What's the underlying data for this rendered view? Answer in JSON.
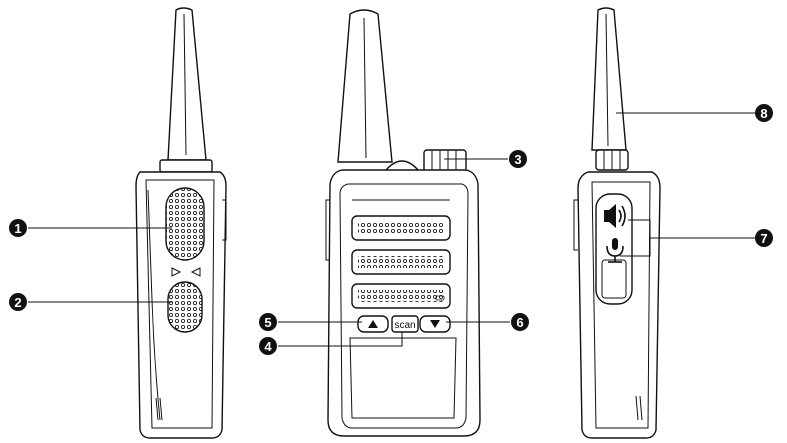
{
  "callouts": [
    {
      "number": "1"
    },
    {
      "number": "2"
    },
    {
      "number": "3"
    },
    {
      "number": "4"
    },
    {
      "number": "5"
    },
    {
      "number": "6"
    },
    {
      "number": "7"
    },
    {
      "number": "8"
    }
  ],
  "buttons": {
    "scan_label": "scan"
  },
  "colors": {
    "outline": "#111111",
    "callout_fill": "#111111",
    "background": "#ffffff"
  },
  "icons": [
    "speaker-icon",
    "microphone-icon",
    "up-arrow-icon",
    "down-arrow-icon"
  ]
}
